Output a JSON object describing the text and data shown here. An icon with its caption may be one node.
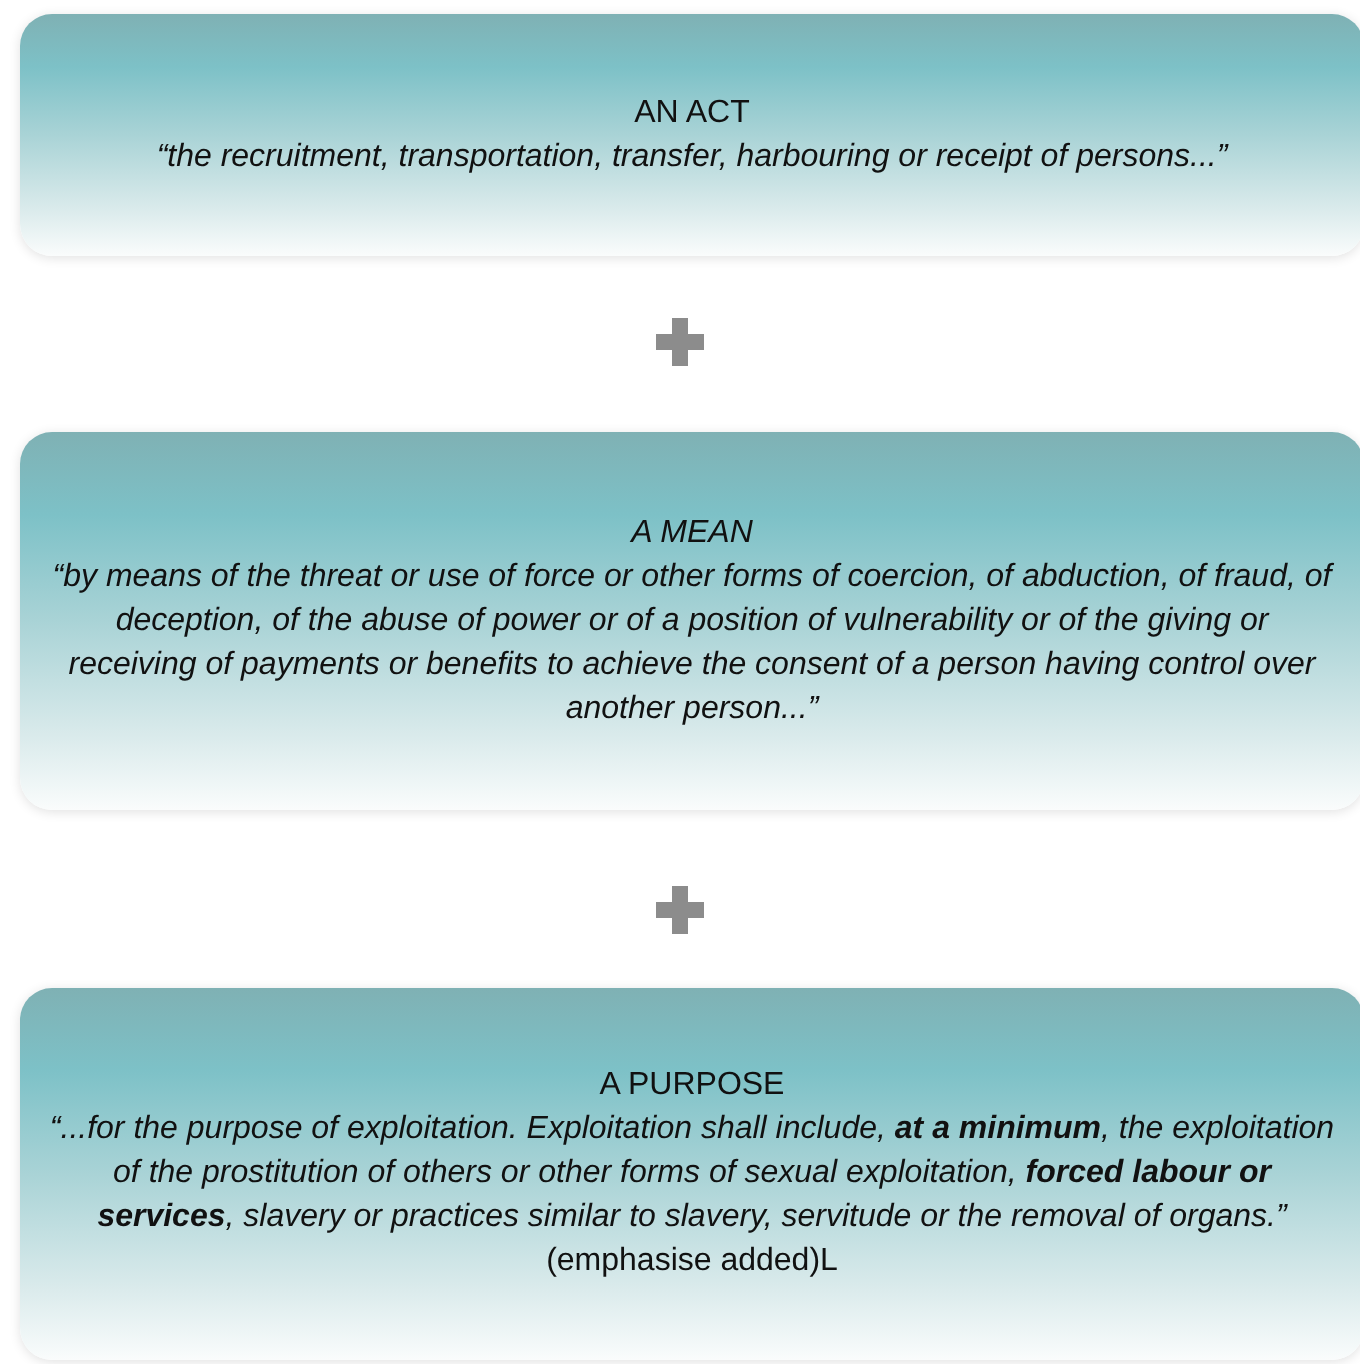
{
  "diagram": {
    "nodes": [
      {
        "text": [
          "AN ACT",
          "“the recruitment, transportation, transfer, harbouring or receipt of persons...”"
        ]
      },
      {
        "text": [
          "A MEAN",
          "“by means of the threat or use of force or other forms of coercion, of abduction, of fraud, of deception, of the abuse of power or of a position of vulnerability or of the giving or receiving of payments or benefits to achieve the consent of a person having control over another person...”"
        ]
      },
      {
        "text": [
          "A PURPOSE",
          "“...for the purpose of exploitation. Exploitation shall include, **at a minimum**, the exploitation of the prostitution of others or other forms of sexual exploitation, **forced labour or services**, slavery or practices similar to slavery, servitude or the removal of organs.”",
          "(emphasise added)L"
        ]
      }
    ]
  }
}
